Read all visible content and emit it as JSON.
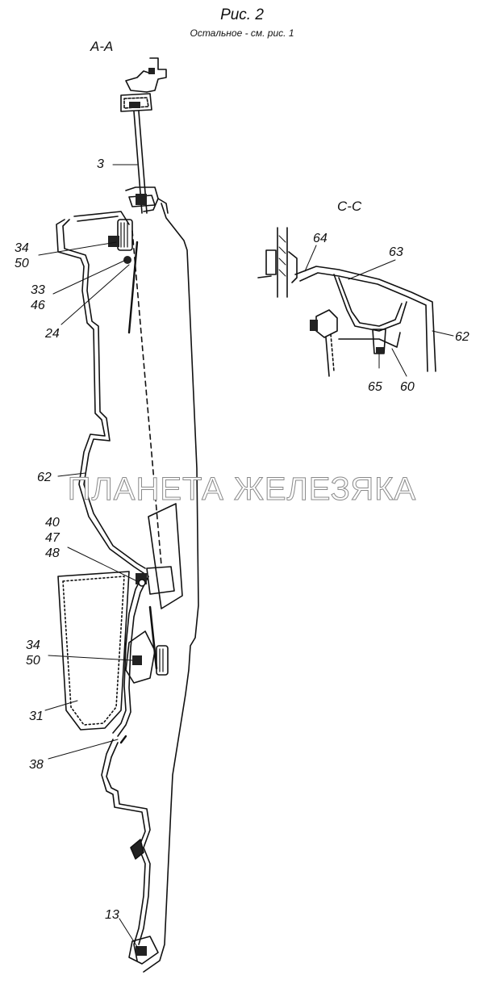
{
  "figure": {
    "title": "Рис. 2",
    "subtitle": "Остальное - см. рис. 1"
  },
  "sections": {
    "aa": "А-А",
    "cc": "С-С"
  },
  "callouts": {
    "c3": "3",
    "c34_50_top": [
      "34",
      "50"
    ],
    "c33_46": [
      "33",
      "46"
    ],
    "c24": "24",
    "c62_main": "62",
    "c40_47_48": [
      "40",
      "47",
      "48"
    ],
    "c34_50_low": [
      "34",
      "50"
    ],
    "c31": "31",
    "c38": "38",
    "c13": "13",
    "c64": "64",
    "c63": "63",
    "c62_cc": "62",
    "c65": "65",
    "c60": "60"
  },
  "watermark": "ПЛАНЕТА ЖЕЛЕЗЯКА"
}
